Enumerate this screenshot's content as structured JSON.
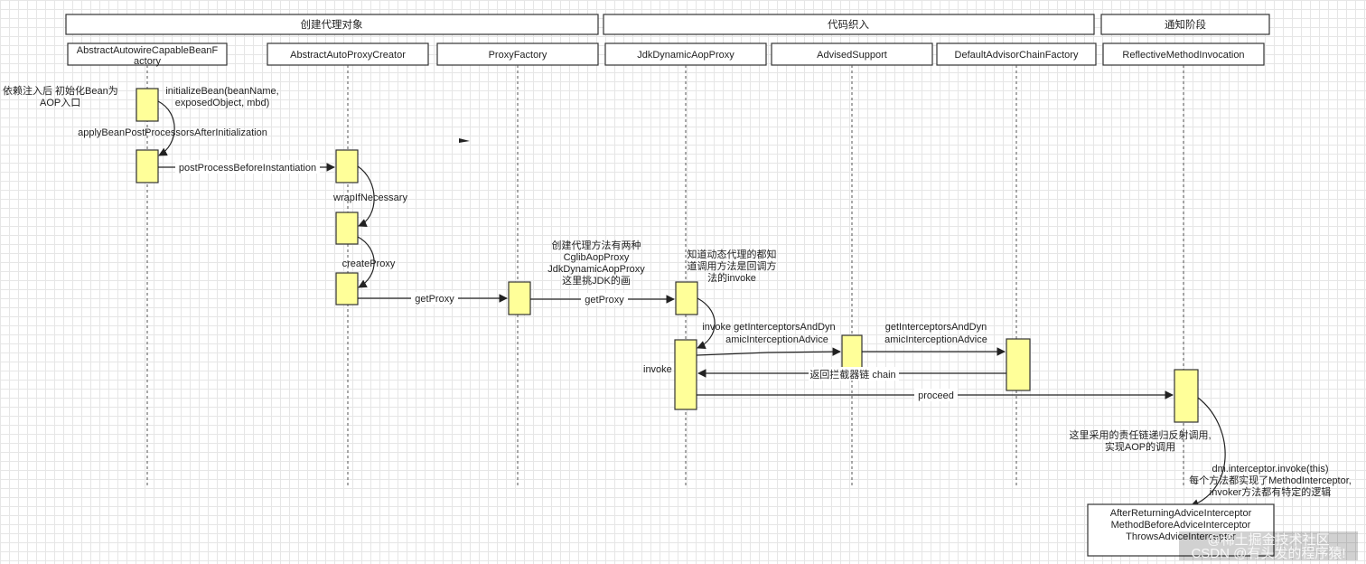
{
  "phases": [
    {
      "label": "创建代理对象"
    },
    {
      "label": "代码织入"
    },
    {
      "label": "通知阶段"
    }
  ],
  "participants": [
    {
      "line1": "AbstractAutowireCapableBeanF",
      "line2": "actory"
    },
    {
      "line1": "AbstractAutoProxyCreator",
      "line2": ""
    },
    {
      "line1": "ProxyFactory",
      "line2": ""
    },
    {
      "line1": "JdkDynamicAopProxy",
      "line2": ""
    },
    {
      "line1": "AdvisedSupport",
      "line2": ""
    },
    {
      "line1": "DefaultAdvisorChainFactory",
      "line2": ""
    },
    {
      "line1": "ReflectiveMethodInvocation",
      "line2": ""
    }
  ],
  "notes": {
    "entry": [
      "依赖注入后 初始化Bean为",
      "AOP入口"
    ],
    "initialize_bean": [
      "initializeBean(beanName,",
      "exposedObject, mbd)"
    ],
    "apply_post": "applyBeanPostProcessorsAfterInitialization",
    "post_process": "postProcessBeforeInstantiation",
    "wrap": "wrapIfNecessary",
    "create_proxy": "createProxy",
    "get_proxy_1": "getProxy",
    "get_proxy_2": "getProxy",
    "two_ways": [
      "创建代理方法有两种",
      "CglibAopProxy",
      "JdkDynamicAopProxy",
      "这里挑JDK的画"
    ],
    "know_dynamic": [
      "知道动态代理的都知",
      "道调用方法是回调方",
      "法的invoke"
    ],
    "invoke_get": [
      "invoke getInterceptorsAndDyn",
      "amicInterceptionAdvice"
    ],
    "get_interceptors": [
      "getInterceptorsAndDyn",
      "amicInterceptionAdvice"
    ],
    "invoke": "invoke",
    "return_chain": "返回拦截器链 chain",
    "proceed": "proceed",
    "chain_desc": [
      "这里采用的责任链递归反射调用,",
      "实现AOP的调用"
    ],
    "dm_invoke": [
      "dm.interceptor.invoke(this)",
      "每个方法都实现了MethodInterceptor,",
      "invoker方法都有特定的逻辑"
    ]
  },
  "interceptors": [
    "AfterReturningAdviceInterceptor",
    "MethodBeforeAdviceInterceptor",
    "ThrowsAdviceInterceptor"
  ],
  "watermark": [
    "@稀土掘金技术社区",
    "CSDN @有头发的程序猿!"
  ],
  "colors": {
    "activation": "#ffff99",
    "grid": "#e6e6e6",
    "line": "#222222"
  }
}
